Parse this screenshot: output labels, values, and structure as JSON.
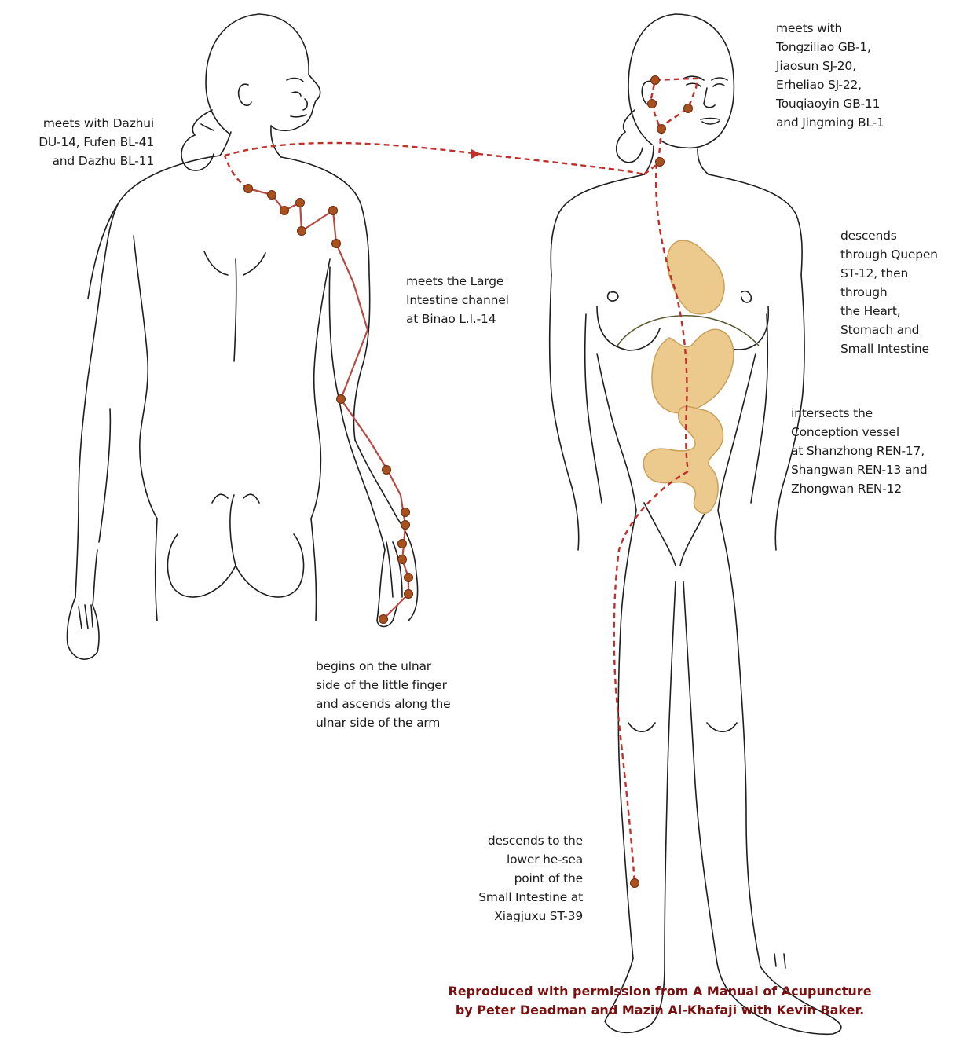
{
  "annotations": {
    "dazhui": [
      "meets with Dazhui",
      "DU-14, Fufen BL-41",
      "and Dazhu BL-11"
    ],
    "face": [
      "meets with",
      "Tongziliao GB-1,",
      "Jiaosun SJ-20,",
      "Erheliao SJ-22,",
      "Touqiaoyin GB-11",
      "and Jingming BL-1"
    ],
    "binao": [
      "meets the Large",
      "Intestine channel",
      "at Binao L.I.-14"
    ],
    "quepen": [
      "descends",
      "through Quepen",
      "ST-12, then",
      "through",
      "the Heart,",
      "Stomach and",
      "Small Intestine"
    ],
    "conception": [
      "intersects the",
      "Conception vessel",
      "at Shanzhong REN-17,",
      "Shangwan REN-13 and",
      "Zhongwan REN-12"
    ],
    "ulnar": [
      "begins on the ulnar",
      "side of the little finger",
      "and ascends along the",
      "ulnar side of the arm"
    ],
    "xiajuxu": [
      "descends to the",
      "lower he-sea",
      "point of the",
      "Small Intestine at",
      "Xiagjuxu ST-39"
    ]
  },
  "credit": [
    "Reproduced with permission from A Manual of Acupuncture",
    "by Peter Deadman and Mazin Al-Khafaji with Kevin Baker."
  ],
  "colors": {
    "channel": "#c0302a",
    "point": "#a8501e",
    "organ": "#ecc98c",
    "credit": "#7a1010"
  }
}
